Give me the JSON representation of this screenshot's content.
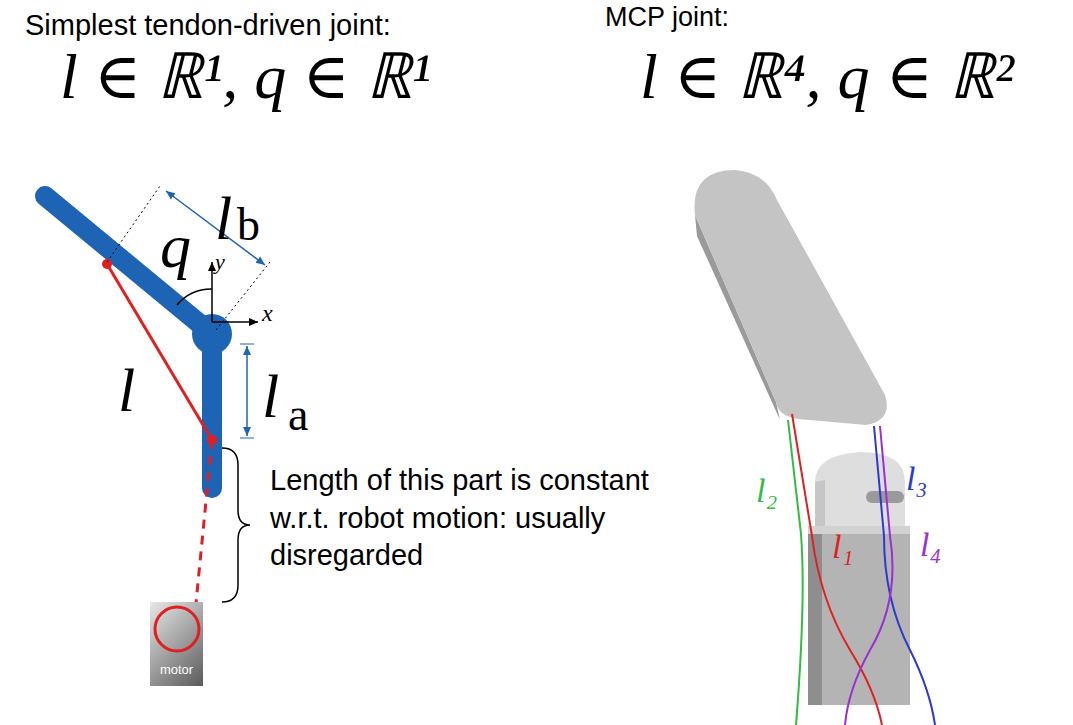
{
  "diagram": {
    "nodes": [
      {
        "text": [
          "motor"
        ]
      }
    ],
    "labels": [
      "Simplest tendon-driven joint:",
      "l ∈ ℝ¹, q ∈ ℝ¹",
      "MCP joint:",
      "l ∈ ℝ⁴, q ∈ ℝ²",
      "l",
      "b",
      "q",
      "y",
      "x",
      "l",
      "l",
      "a",
      "Length of this part is constant w.r.t. robot motion: usually disregarded",
      "l₂",
      "l₃",
      "l₁",
      "l₄"
    ]
  }
}
